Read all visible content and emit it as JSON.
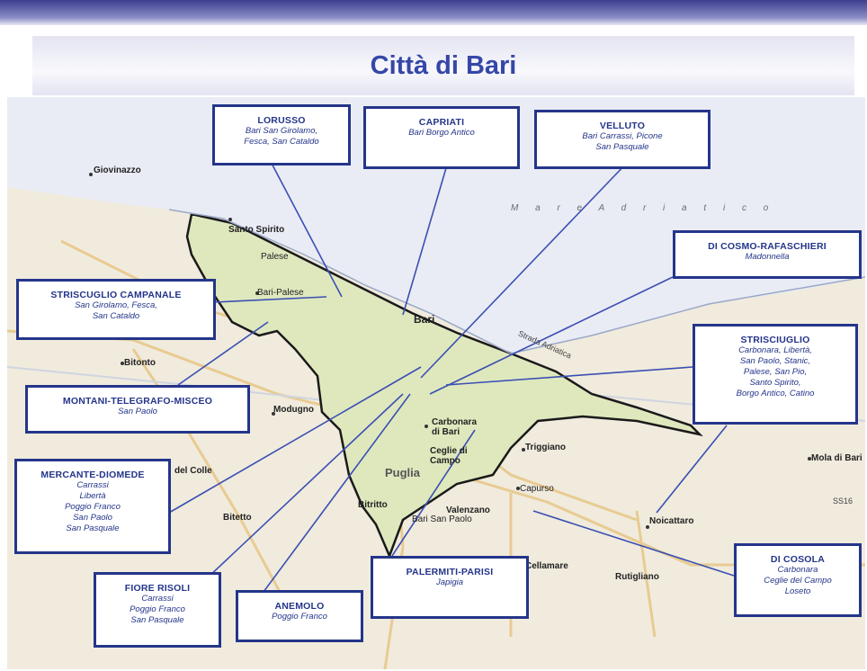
{
  "title": "Città di Bari",
  "sea_label": "M a r e   A d r i a t i c o",
  "road_labels": [
    "Strada Adriatica",
    "SS16"
  ],
  "places": [
    "Giovinazzo",
    "Santo Spirito",
    "Palese",
    "Bari-Palese",
    "Bari",
    "Bitonto",
    "Modugno",
    "del Colle",
    "Bitetto",
    "Bitritto",
    "Carbonara di Bari",
    "Ceglie di Campo",
    "Triggiano",
    "Capurso",
    "Valenzano",
    "Cellamare",
    "Rutigliano",
    "Noicattaro",
    "Mola di Bari",
    "Bari San Paolo",
    "Puglia"
  ],
  "clans": [
    {
      "name": "LORUSSO",
      "areas": [
        "Bari San Girolamo,",
        "Fesca, San Cataldo"
      ]
    },
    {
      "name": "CAPRIATI",
      "areas": [
        "Bari Borgo Antico"
      ]
    },
    {
      "name": "VELLUTO",
      "areas": [
        "Bari Carrassi, Picone",
        "San Pasquale"
      ]
    },
    {
      "name": "DI COSMO-RAFASCHIERI",
      "areas": [
        "Madonnella"
      ]
    },
    {
      "name": "STRISCUGLIO CAMPANALE",
      "areas": [
        "San Girolamo, Fesca,",
        "San Cataldo"
      ]
    },
    {
      "name": "MONTANI-TELEGRAFO-MISCEO",
      "areas": [
        "San Paolo"
      ]
    },
    {
      "name": "STRISCIUGLIO",
      "areas": [
        "Carbonara, Libertà,",
        "San Paolo, Stanic,",
        "Palese, San Pio,",
        "Santo Spirito,",
        "Borgo Antico, Catino"
      ]
    },
    {
      "name": "MERCANTE-DIOMEDE",
      "areas": [
        "Carrassi",
        "Libertà",
        "Poggio Franco",
        "San Paolo",
        "San Pasquale"
      ]
    },
    {
      "name": "FIORE RISOLI",
      "areas": [
        "Carrassi",
        "Poggio Franco",
        "San Pasquale"
      ]
    },
    {
      "name": "ANEMOLO",
      "areas": [
        "Poggio Franco"
      ]
    },
    {
      "name": "PALERMITI-PARISI",
      "areas": [
        "Japigia"
      ]
    },
    {
      "name": "DI COSOLA",
      "areas": [
        "Carbonara",
        "Ceglie del Campo",
        "Loseto"
      ]
    }
  ],
  "colors": {
    "box_border": "#24358a",
    "title": "#3547a8",
    "city_fill": "#dfe8bd",
    "border_line": "#1a1a1a",
    "sea": "#e9ecf4"
  }
}
